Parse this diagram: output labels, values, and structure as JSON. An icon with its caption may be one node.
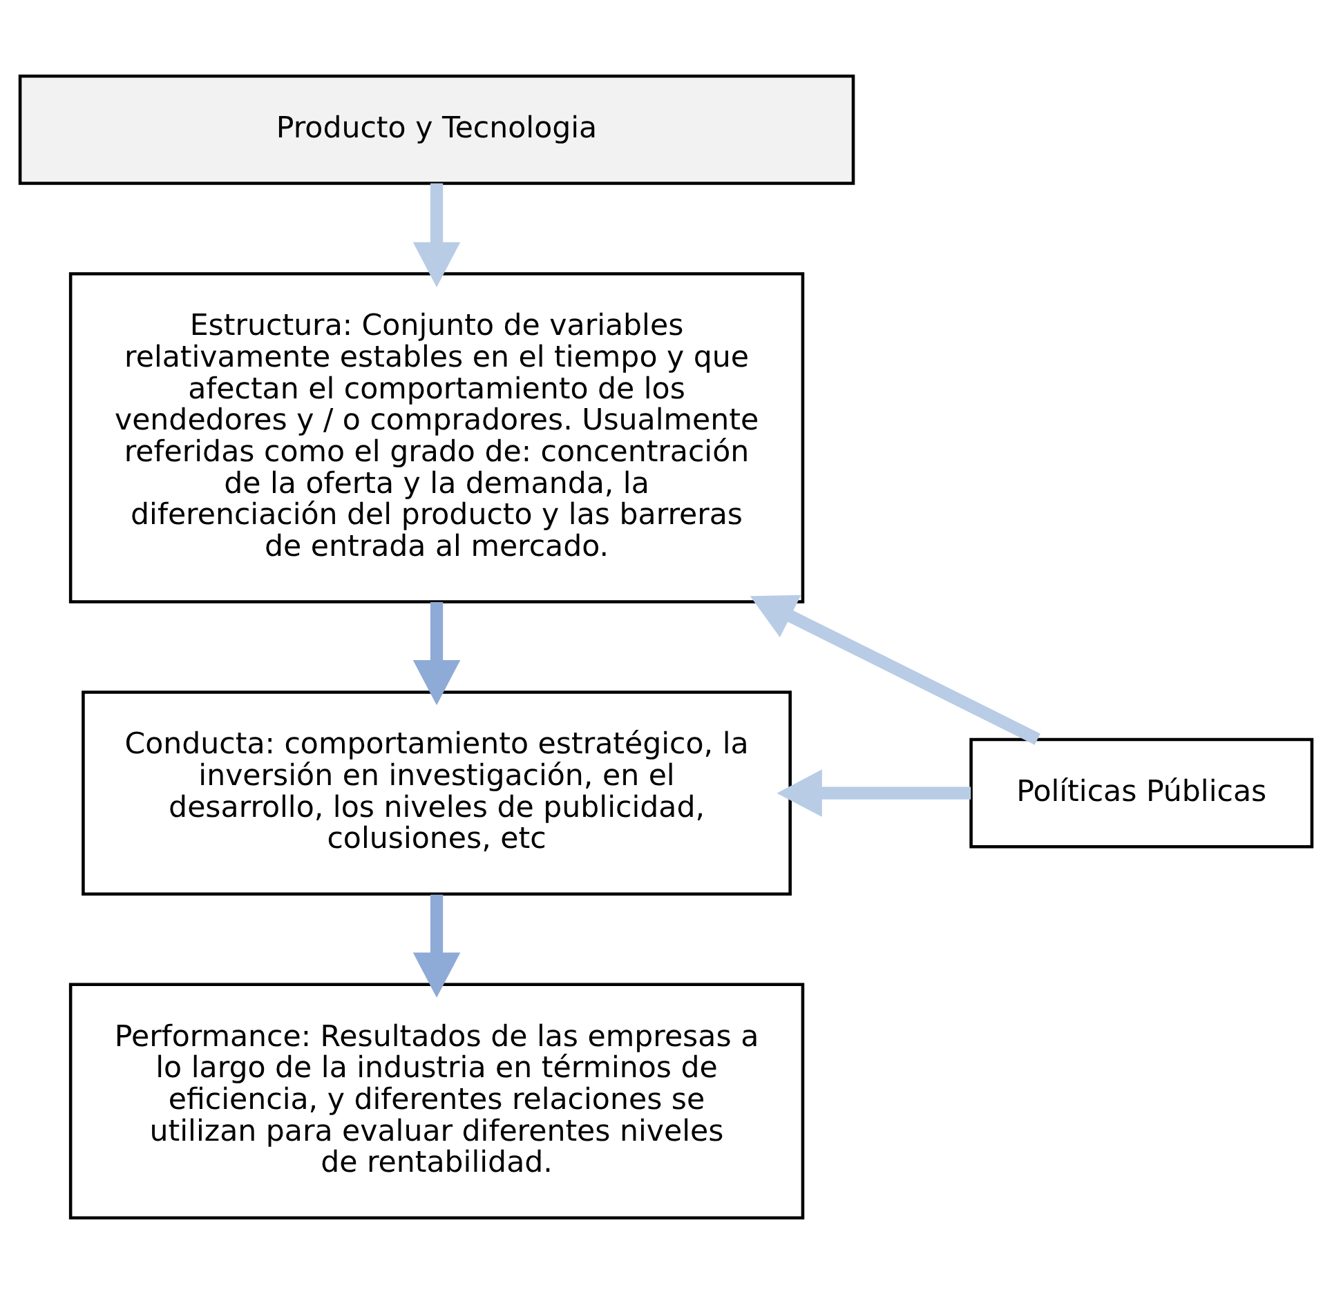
{
  "diagram": {
    "nodes": [
      {
        "text": [
          "Producto y Tecnologia"
        ]
      },
      {
        "text": [
          "Estructura: Conjunto de variables relativamente estables en el tiempo y que afectan el comportamiento de los vendedores y / o compradores. Usualmente referidas como el grado de: concentración de la oferta y la demanda, la diferenciación del producto y las barreras de entrada al mercado."
        ]
      },
      {
        "text": [
          "Conducta: comportamiento estratégico, la inversión en investigación, en el desarrollo, los niveles de publicidad, colusiones, etc"
        ]
      },
      {
        "text": [
          "Performance: Resultados de las empresas a lo largo de la industria en términos de eficiencia, y diferentes relaciones se utilizan para evaluar diferentes niveles de rentabilidad."
        ]
      },
      {
        "text": [
          "Políticas Públicas"
        ]
      }
    ],
    "edges": [
      {
        "from": 0,
        "to": 1,
        "arrow": "to"
      },
      {
        "from": 1,
        "to": 2,
        "arrow": "to",
        "color": "#8eaad6"
      },
      {
        "from": 2,
        "to": 3,
        "arrow": "to",
        "color": "#8eaad6"
      },
      {
        "from": 4,
        "to": 1,
        "arrow": "to"
      },
      {
        "from": 4,
        "to": 2,
        "arrow": "to"
      }
    ]
  }
}
